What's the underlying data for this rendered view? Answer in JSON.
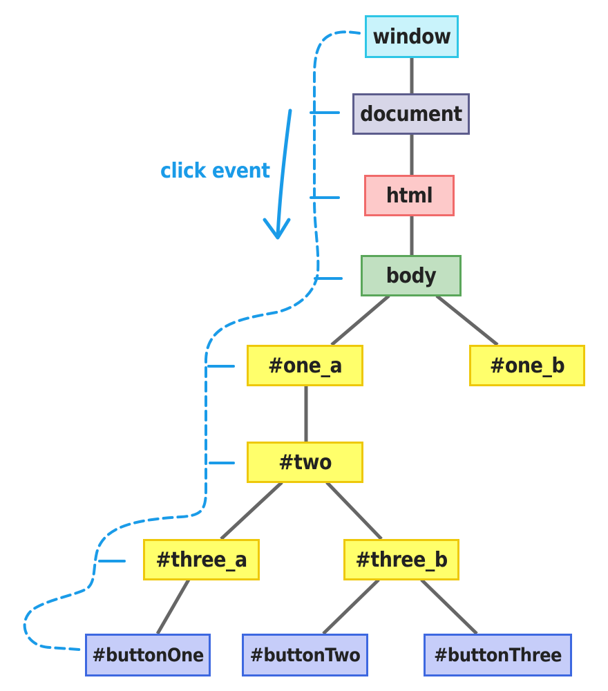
{
  "colors": {
    "edge": "#666666",
    "event_path": "#1a9be8",
    "window_fill": "#c9f3fb",
    "window_border": "#2ec6e6",
    "document_fill": "#d7d6e8",
    "document_border": "#5c5c8c",
    "html_fill": "#fdc9c9",
    "html_border": "#f06a6a",
    "body_fill": "#c1e0c1",
    "body_border": "#5aa65a",
    "element_fill": "#ffff6b",
    "element_border": "#eec80a",
    "button_fill": "#c6cdf9",
    "button_border": "#3d68e0"
  },
  "event_label": "click event",
  "nodes": {
    "window": "window",
    "document": "document",
    "html": "html",
    "body": "body",
    "one_a": "#one_a",
    "one_b": "#one_b",
    "two": "#two",
    "three_a": "#three_a",
    "three_b": "#three_b",
    "buttonOne": "#buttonOne",
    "buttonTwo": "#buttonTwo",
    "buttonThree": "#buttonThree"
  },
  "edges": [
    [
      "window",
      "document"
    ],
    [
      "document",
      "html"
    ],
    [
      "html",
      "body"
    ],
    [
      "body",
      "one_a"
    ],
    [
      "body",
      "one_b"
    ],
    [
      "one_a",
      "two"
    ],
    [
      "two",
      "three_a"
    ],
    [
      "two",
      "three_b"
    ],
    [
      "three_a",
      "buttonOne"
    ],
    [
      "three_b",
      "buttonTwo"
    ],
    [
      "three_b",
      "buttonThree"
    ]
  ],
  "event_path": [
    "window",
    "document",
    "html",
    "body",
    "one_a",
    "two",
    "three_a",
    "buttonOne"
  ]
}
